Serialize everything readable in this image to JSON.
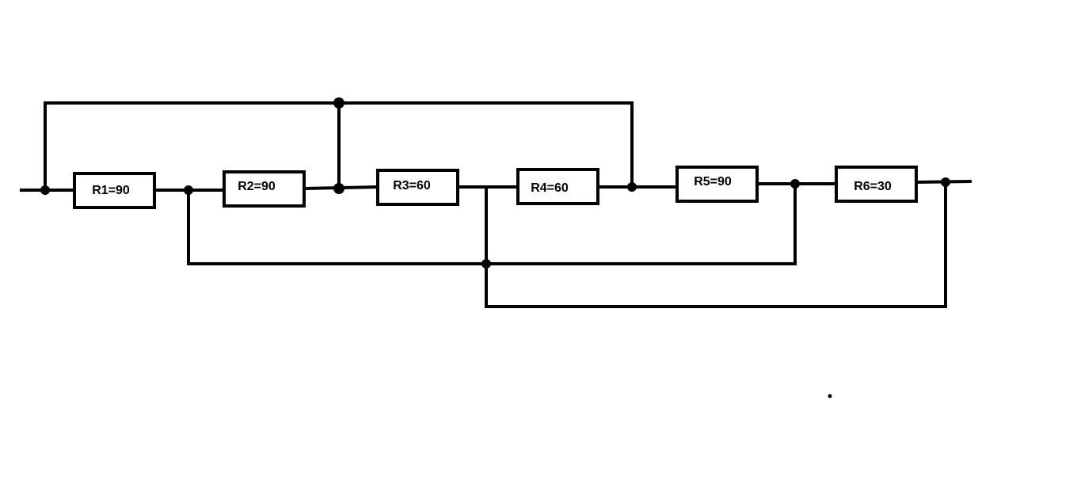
{
  "diagram": {
    "type": "circuit-schematic",
    "line_color": "#000000",
    "background_color": "#ffffff",
    "resistors": [
      {
        "id": "R1",
        "label": "R1=90"
      },
      {
        "id": "R2",
        "label": "R2=90"
      },
      {
        "id": "R3",
        "label": "R3=60"
      },
      {
        "id": "R4",
        "label": "R4=60"
      },
      {
        "id": "R5",
        "label": "R5=90"
      },
      {
        "id": "R6",
        "label": "R6=30"
      }
    ]
  }
}
